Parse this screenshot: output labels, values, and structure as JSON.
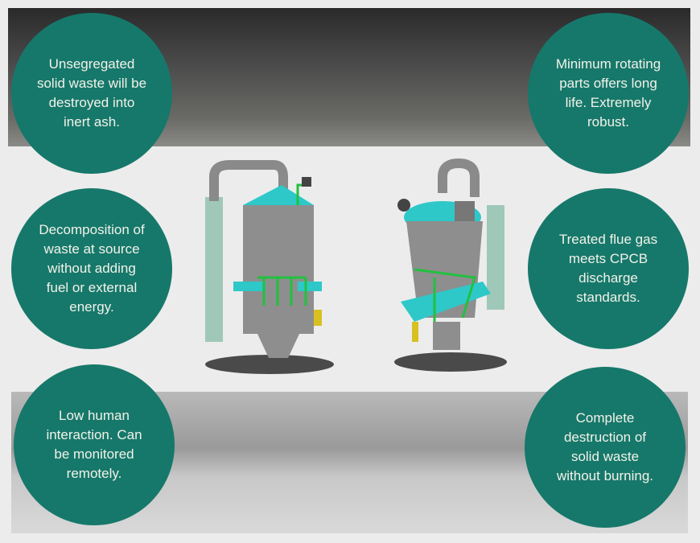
{
  "features": [
    {
      "id": "top-left",
      "text": "Unsegregated solid waste will be destroyed into inert ash."
    },
    {
      "id": "middle-left",
      "text": "Decomposition of waste at source without adding fuel or external energy."
    },
    {
      "id": "bottom-left",
      "text": "Low human interaction. Can be monitored remotely."
    },
    {
      "id": "top-right",
      "text": "Minimum rotating parts offers long life. Extremely robust."
    },
    {
      "id": "middle-right",
      "text": "Treated flue gas meets CPCB discharge standards."
    },
    {
      "id": "bottom-right",
      "text": "Complete destruction of solid waste without burning."
    }
  ],
  "colors": {
    "circle": "#16786a",
    "accent": "#2ec8c8",
    "pipe": "#22c040",
    "body": "#8e8e8e"
  }
}
